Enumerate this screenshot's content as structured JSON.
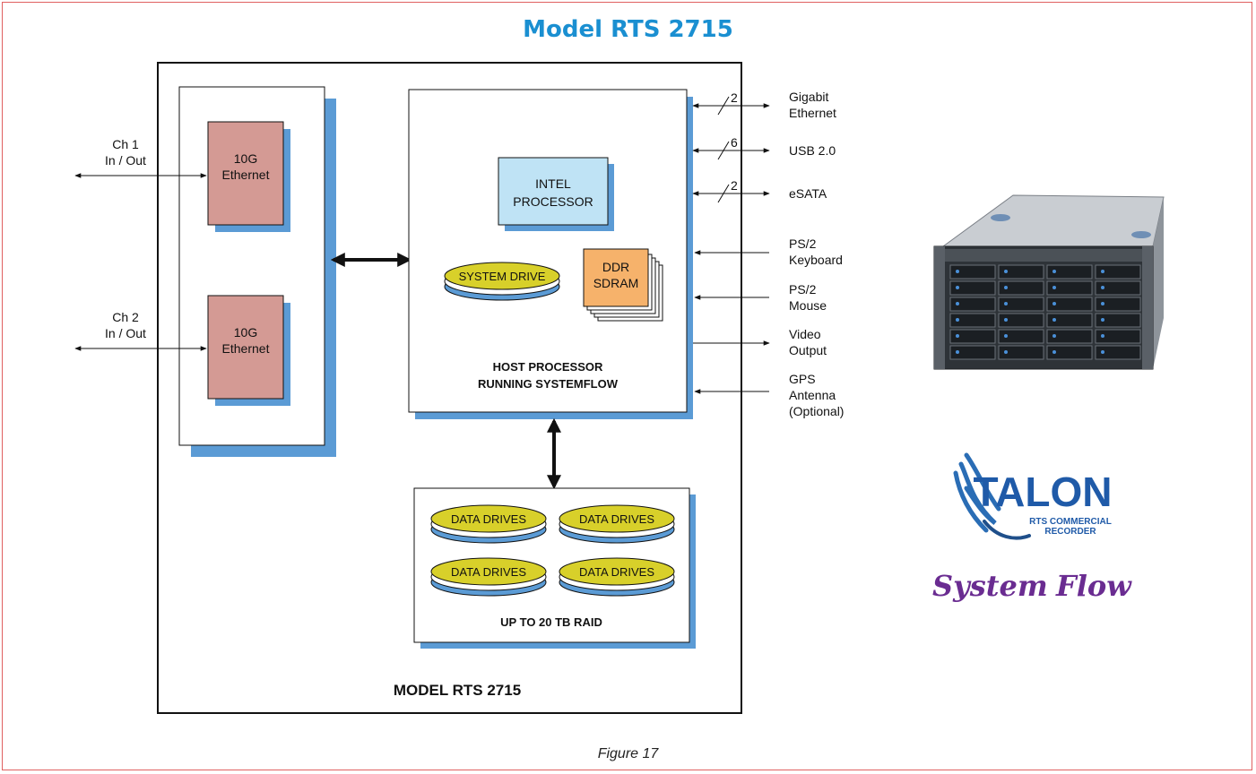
{
  "title": "Model RTS 2715",
  "caption": "Figure 17",
  "channels": [
    {
      "line1": "Ch 1",
      "line2": "In / Out"
    },
    {
      "line1": "Ch 2",
      "line2": "In / Out"
    }
  ],
  "eth_cards": [
    {
      "line1": "10G",
      "line2": "Ethernet"
    },
    {
      "line1": "10G",
      "line2": "Ethernet"
    }
  ],
  "host": {
    "intel_line1": "INTEL",
    "intel_line2": "PROCESSOR",
    "system_drive": "SYSTEM DRIVE",
    "ddr_line1": "DDR",
    "ddr_line2": "SDRAM",
    "label_line1": "HOST PROCESSOR",
    "label_line2": "RUNNING SYSTEMFLOW"
  },
  "raid": {
    "drives": [
      "DATA DRIVES",
      "DATA DRIVES",
      "DATA DRIVES",
      "DATA DRIVES"
    ],
    "label": "UP TO 20 TB RAID"
  },
  "outer_label": "MODEL RTS 2715",
  "io": {
    "gigabit_line1": "Gigabit",
    "gigabit_line2": "Ethernet",
    "gigabit_count": "2",
    "usb": "USB 2.0",
    "usb_count": "6",
    "esata": "eSATA",
    "esata_count": "2",
    "kbd_line1": "PS/2",
    "kbd_line2": "Keyboard",
    "mouse_line1": "PS/2",
    "mouse_line2": "Mouse",
    "video_line1": "Video",
    "video_line2": "Output",
    "gps_line1": "GPS",
    "gps_line2": "Antenna",
    "gps_line3": "(Optional)"
  },
  "logos": {
    "talon_word": "TALON",
    "talon_sub1": "RTS COMMERCIAL",
    "talon_sub2": "RECORDER",
    "systemflow_a": "System",
    "systemflow_b": "Flow"
  },
  "colors": {
    "title": "#1a8fd1",
    "shadow": "#5b9bd5",
    "eth_card": "#d49a94",
    "intel": "#bfe3f5",
    "ddr": "#f6b26b",
    "drive_top": "#d8d02a",
    "drive_base": "#5b9bd5"
  }
}
